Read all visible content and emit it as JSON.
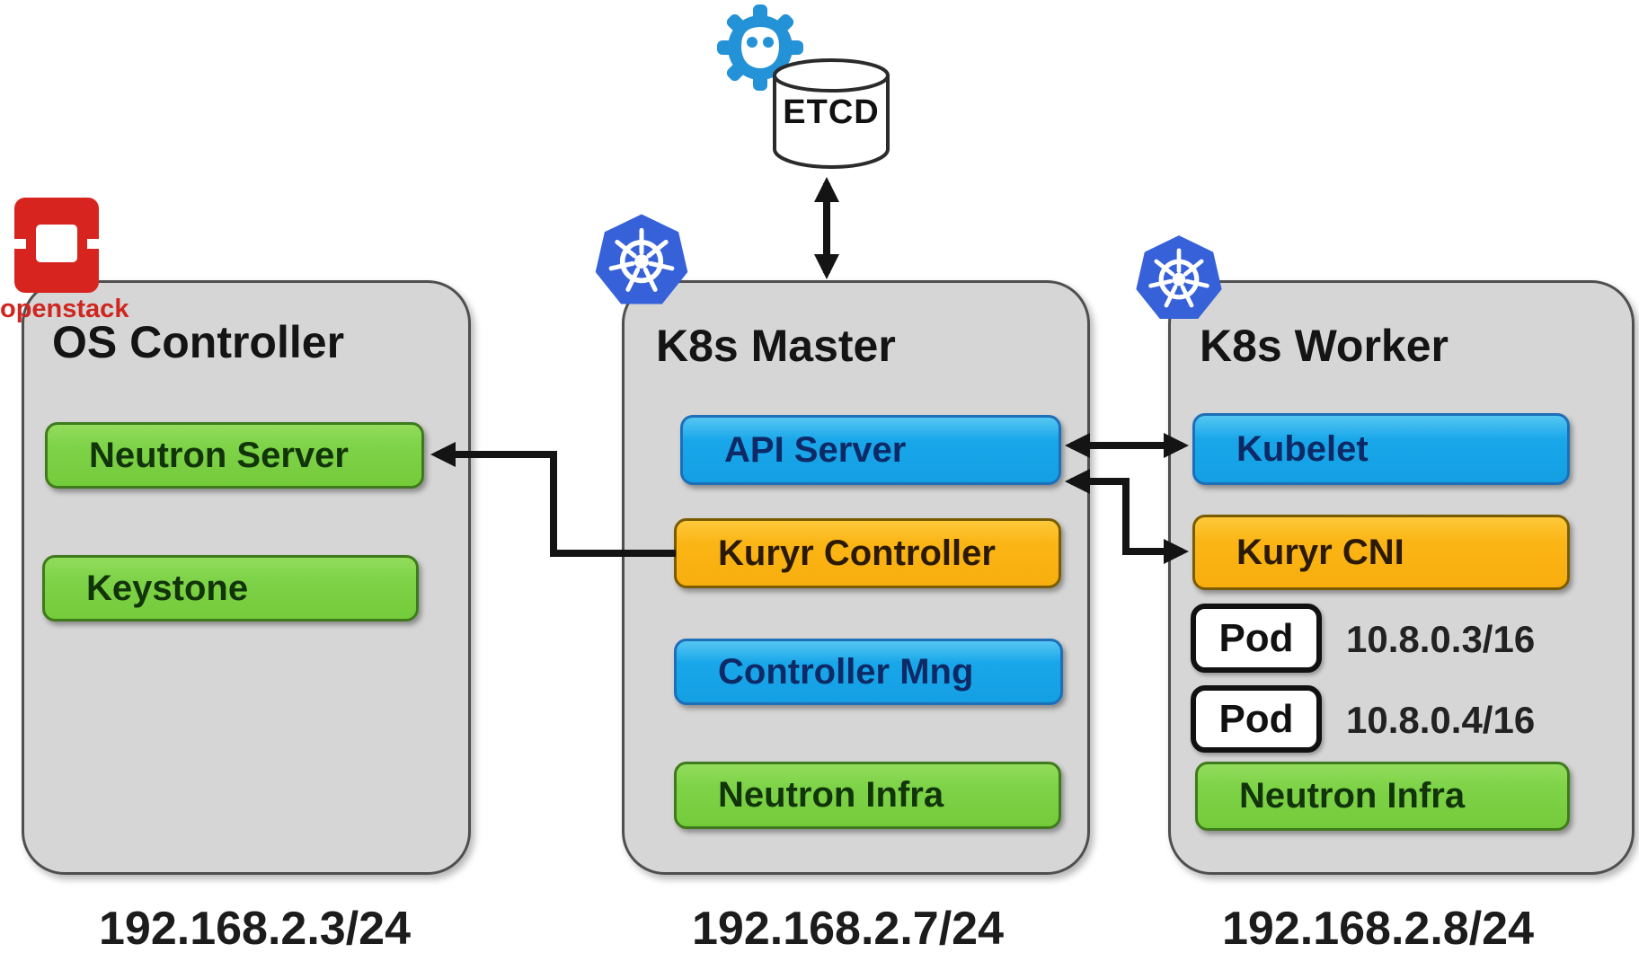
{
  "etcd": {
    "label": "ETCD"
  },
  "openstack": {
    "label": "openstack"
  },
  "nodes": {
    "os_controller": {
      "title": "OS Controller",
      "ip": "192.168.2.3/24",
      "components": {
        "neutron_server": "Neutron Server",
        "keystone": "Keystone"
      }
    },
    "k8s_master": {
      "title": "K8s Master",
      "ip": "192.168.2.7/24",
      "components": {
        "api_server": "API Server",
        "kuryr_controller": "Kuryr Controller",
        "controller_mng": "Controller Mng",
        "neutron_infra": "Neutron Infra"
      }
    },
    "k8s_worker": {
      "title": "K8s Worker",
      "ip": "192.168.2.8/24",
      "components": {
        "kubelet": "Kubelet",
        "kuryr_cni": "Kuryr CNI",
        "neutron_infra": "Neutron Infra"
      },
      "pods": [
        {
          "label": "Pod",
          "ip": "10.8.0.3/16"
        },
        {
          "label": "Pod",
          "ip": "10.8.0.4/16"
        }
      ]
    }
  },
  "connections": [
    "etcd <-> k8s-master",
    "kuryr-controller -> neutron-server",
    "api-server <-> kubelet",
    "api-server <-> kuryr-cni"
  ],
  "colors": {
    "node_fill": "#d6d6d6",
    "node_border": "#4f4f4f",
    "component_blue": "#19a7ea",
    "component_orange": "#fbb515",
    "component_green": "#7ed348",
    "kubernetes_blue": "#3661d9",
    "etcd_blue": "#2492d6",
    "openstack_red": "#d7241f",
    "arrow": "#141414"
  }
}
